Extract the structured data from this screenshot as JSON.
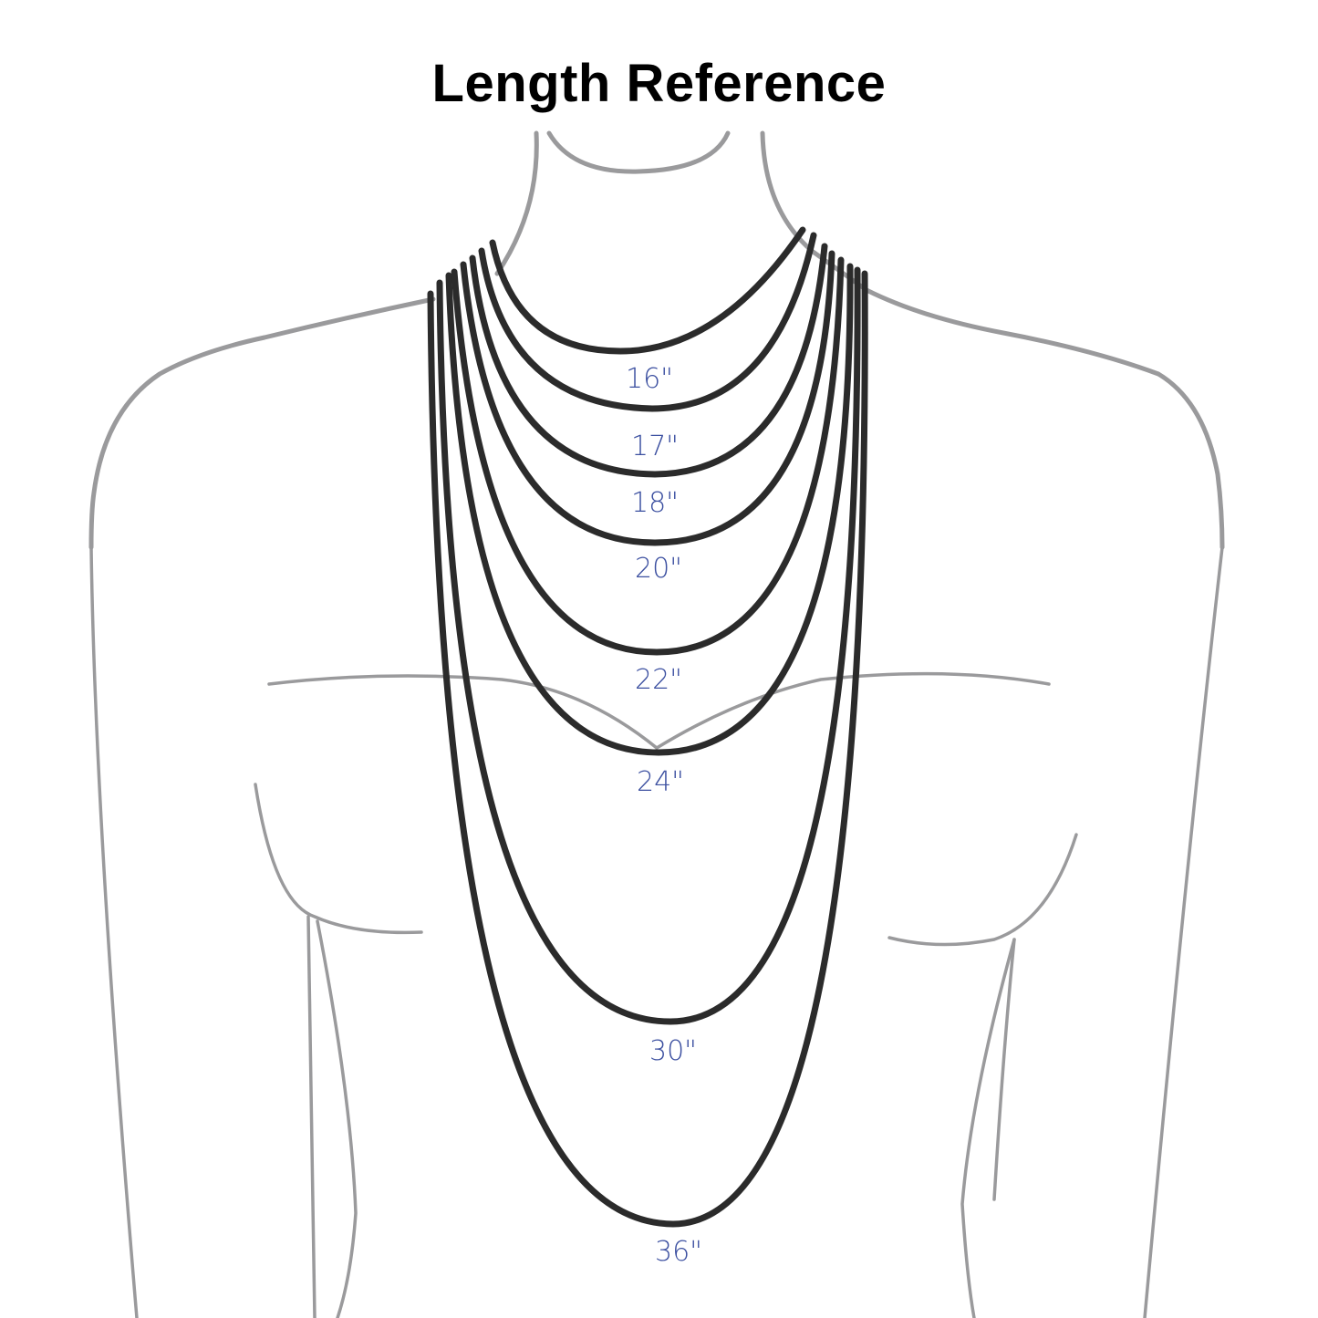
{
  "title": "Length Reference",
  "colors": {
    "body_outline": "#9a9a9c",
    "chain": "#2b2b2b",
    "label": "#3b4fa0",
    "title": "#000000",
    "background": "#ffffff"
  },
  "lengths": [
    {
      "label": "16\"",
      "inches": 16
    },
    {
      "label": "17\"",
      "inches": 17
    },
    {
      "label": "18\"",
      "inches": 18
    },
    {
      "label": "20\"",
      "inches": 20
    },
    {
      "label": "22\"",
      "inches": 22
    },
    {
      "label": "24\"",
      "inches": 24
    },
    {
      "label": "30\"",
      "inches": 30
    },
    {
      "label": "36\"",
      "inches": 36
    }
  ]
}
